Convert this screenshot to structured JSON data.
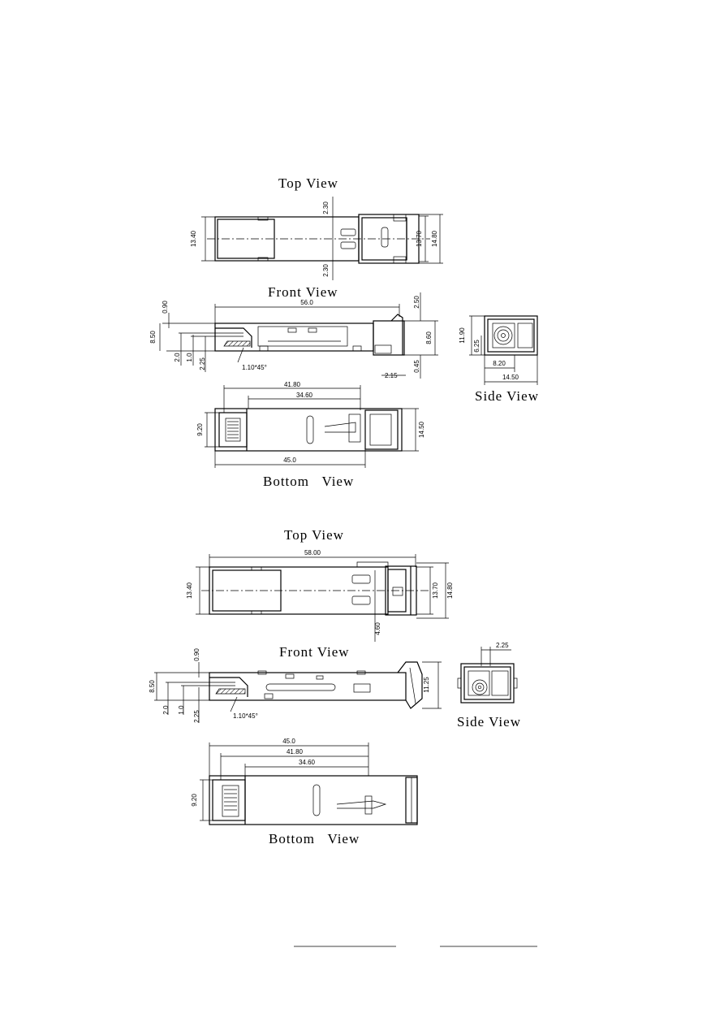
{
  "drawing1": {
    "top_view": {
      "title": "Top View",
      "dims": {
        "width_left": "13.40",
        "width_inner": "13.70",
        "width_outer": "14.80",
        "slot_top": "2.30",
        "slot_bottom": "2.30"
      }
    },
    "front_view": {
      "title": "Front View",
      "dims": {
        "length": "56.0",
        "top_step": "0.90",
        "height": "8.50",
        "d20": "2.0",
        "d10": "1.0",
        "d225": "2.25",
        "chamfer": "1.10*45°",
        "right_top": "2.50",
        "right_height": "8.60",
        "right_bottom": "0.45",
        "right_step": "2.15"
      }
    },
    "side_view": {
      "title": "Side View",
      "dims": {
        "height": "11.90",
        "inner": "6.25",
        "bottom_inner": "8.20",
        "width": "14.50"
      }
    },
    "bottom_view": {
      "title": "Bottom   View",
      "dims": {
        "d4180": "41.80",
        "d3460": "34.60",
        "d450": "45.0",
        "connector": "9.20",
        "width": "14.50"
      }
    }
  },
  "drawing2": {
    "top_view": {
      "title": "Top View",
      "dims": {
        "length": "58.00",
        "width_left": "13.40",
        "width_inner": "13.70",
        "width_outer": "14.80",
        "slot": "4.60"
      }
    },
    "front_view": {
      "title": "Front View",
      "dims": {
        "top_step": "0.90",
        "height": "8.50",
        "d20": "2.0",
        "d10": "1.0",
        "d225": "2.25",
        "chamfer": "1.10*45°",
        "right_height": "11.25"
      }
    },
    "side_view": {
      "title": "Side View",
      "dims": {
        "top": "2.25"
      }
    },
    "bottom_view": {
      "title": "Bottom   View",
      "dims": {
        "d450": "45.0",
        "d4180": "41.80",
        "d3460": "34.60",
        "connector": "9.20"
      }
    }
  }
}
